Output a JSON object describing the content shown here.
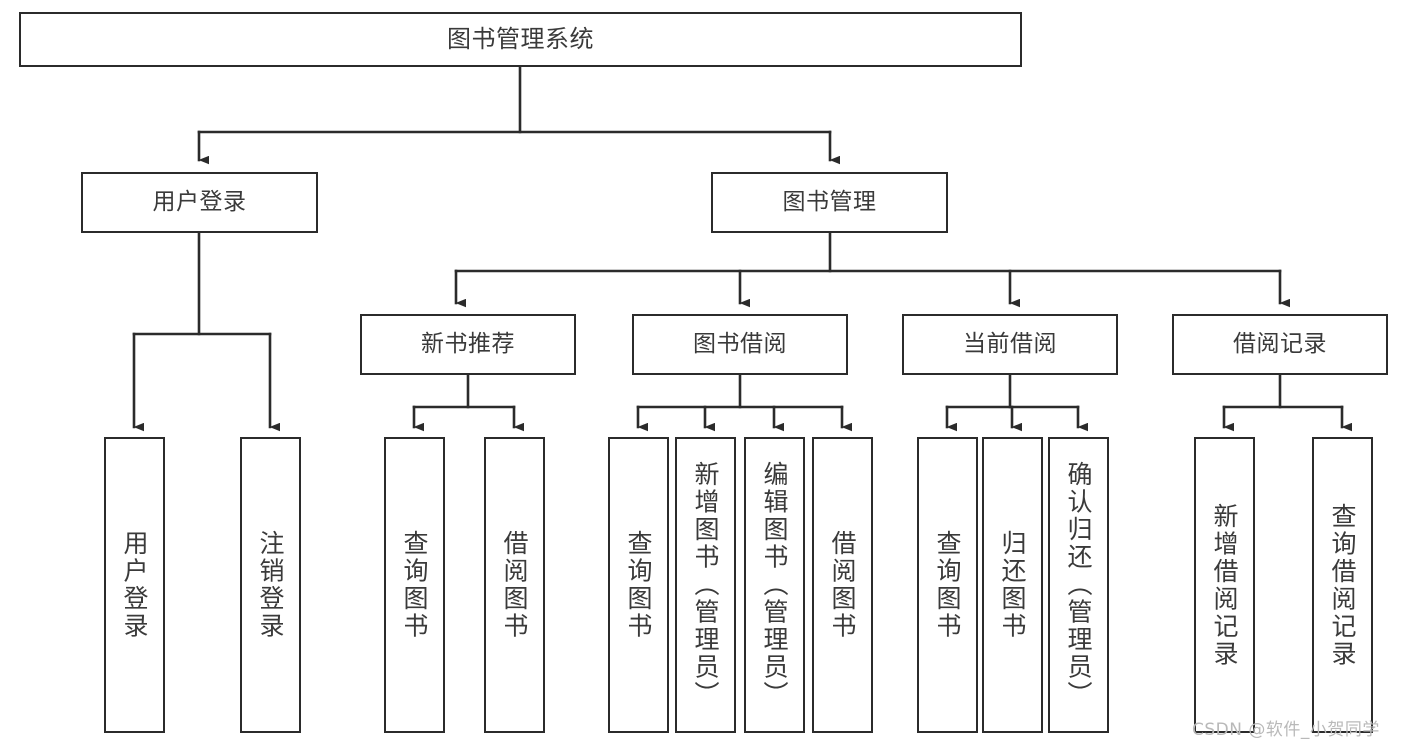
{
  "diagram": {
    "title": "图书管理系统",
    "type": "tree-hierarchy-chart",
    "watermark": "CSDN @软件_小贺同学",
    "colors": {
      "stroke": "#2b2b2b",
      "text": "#3a3a3a",
      "background": "#ffffff",
      "watermark": "#b9b9b9"
    },
    "levels": {
      "root": {
        "label": "图书管理系统"
      },
      "level2": [
        {
          "label": "用户登录"
        },
        {
          "label": "图书管理"
        }
      ],
      "level3": [
        {
          "label": "新书推荐"
        },
        {
          "label": "图书借阅"
        },
        {
          "label": "当前借阅"
        },
        {
          "label": "借阅记录"
        }
      ],
      "leaves": {
        "user_login": [
          {
            "label": "用户登录"
          },
          {
            "label": "注销登录"
          }
        ],
        "new_book_recommend": [
          {
            "label": "查询图书"
          },
          {
            "label": "借阅图书"
          }
        ],
        "book_borrow": [
          {
            "label": "查询图书"
          },
          {
            "label": "新增图书（管理员）"
          },
          {
            "label": "编辑图书（管理员）"
          },
          {
            "label": "借阅图书"
          }
        ],
        "current_borrow": [
          {
            "label": "查询图书"
          },
          {
            "label": "归还图书"
          },
          {
            "label": "确认归还（管理员）"
          }
        ],
        "borrow_record": [
          {
            "label": "新增借阅记录"
          },
          {
            "label": "查询借阅记录"
          }
        ]
      }
    }
  }
}
